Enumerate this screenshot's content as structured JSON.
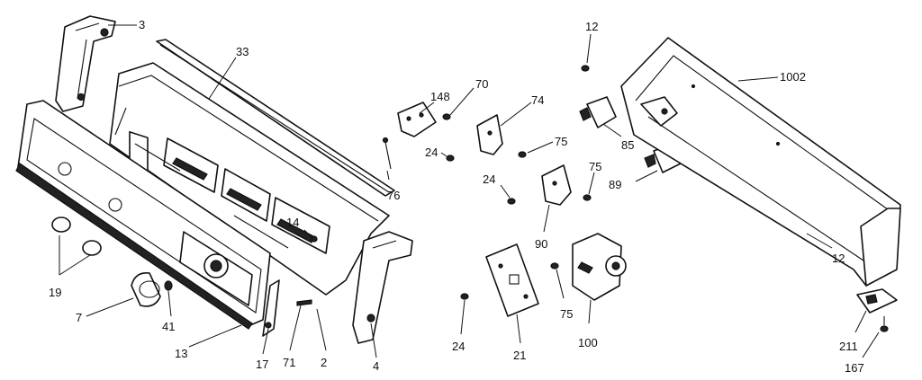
{
  "diagram": {
    "labels": [
      {
        "id": "p3",
        "text": "3"
      },
      {
        "id": "p33",
        "text": "33"
      },
      {
        "id": "p148",
        "text": "148"
      },
      {
        "id": "p70",
        "text": "70"
      },
      {
        "id": "p74",
        "text": "74"
      },
      {
        "id": "p12a",
        "text": "12"
      },
      {
        "id": "p1002",
        "text": "1002"
      },
      {
        "id": "p85",
        "text": "85"
      },
      {
        "id": "p75a",
        "text": "75"
      },
      {
        "id": "p24a",
        "text": "24"
      },
      {
        "id": "p76",
        "text": "76"
      },
      {
        "id": "p24b",
        "text": "24"
      },
      {
        "id": "p75b",
        "text": "75"
      },
      {
        "id": "p89",
        "text": "89"
      },
      {
        "id": "p14",
        "text": "14"
      },
      {
        "id": "p90",
        "text": "90"
      },
      {
        "id": "p12b",
        "text": "12"
      },
      {
        "id": "p19",
        "text": "19"
      },
      {
        "id": "p7",
        "text": "7"
      },
      {
        "id": "p41",
        "text": "41"
      },
      {
        "id": "p13",
        "text": "13"
      },
      {
        "id": "p17",
        "text": "17"
      },
      {
        "id": "p71",
        "text": "71"
      },
      {
        "id": "p2",
        "text": "2"
      },
      {
        "id": "p4",
        "text": "4"
      },
      {
        "id": "p24c",
        "text": "24"
      },
      {
        "id": "p21",
        "text": "21"
      },
      {
        "id": "p75c",
        "text": "75"
      },
      {
        "id": "p100",
        "text": "100"
      },
      {
        "id": "p211",
        "text": "211"
      },
      {
        "id": "p167",
        "text": "167"
      }
    ]
  }
}
